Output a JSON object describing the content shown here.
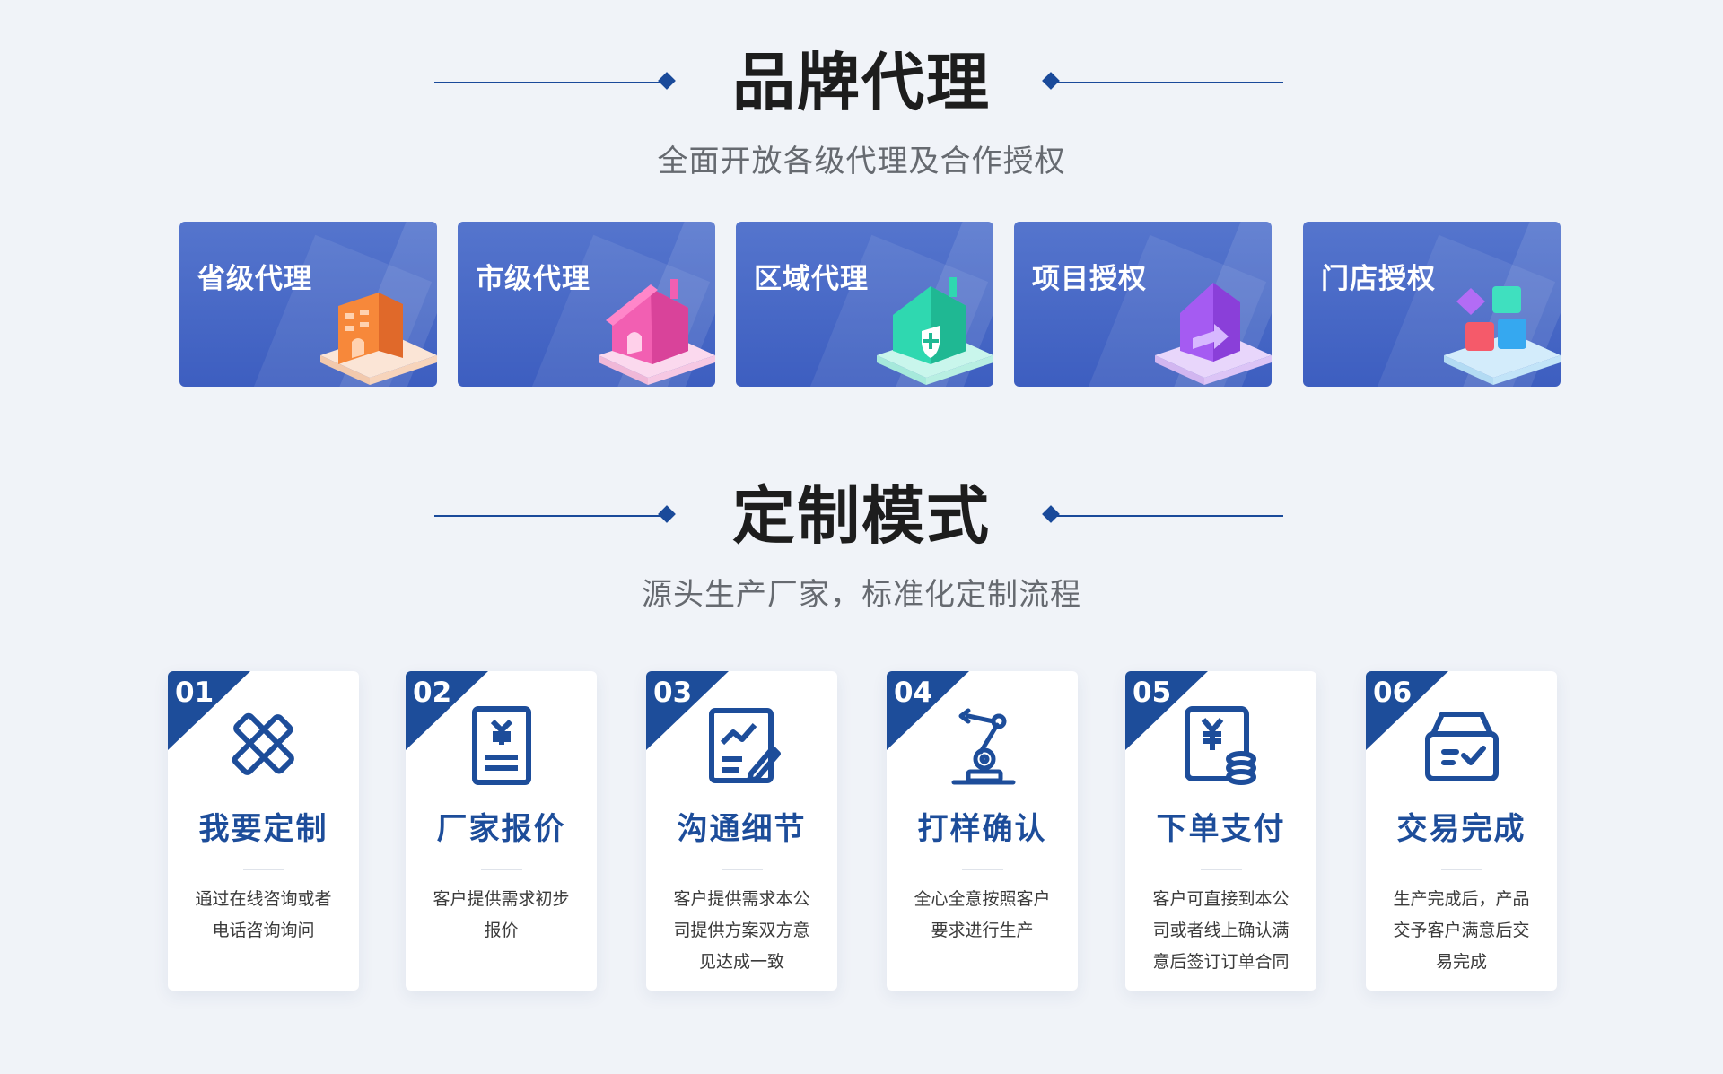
{
  "brand": {
    "title": "品牌代理",
    "subtitle": "全面开放各级代理及合作授权",
    "cards": [
      {
        "label": "省级代理",
        "icon": "building-icon",
        "color": "#f7883a"
      },
      {
        "label": "市级代理",
        "icon": "house-icon",
        "color": "#f25fb2"
      },
      {
        "label": "区域代理",
        "icon": "house-plus-icon",
        "color": "#2fd8b0"
      },
      {
        "label": "项目授权",
        "icon": "arrow-house-icon",
        "color": "#a55bf2"
      },
      {
        "label": "门店授权",
        "icon": "blocks-icon",
        "color": "#35c7f0"
      }
    ]
  },
  "custom": {
    "title": "定制模式",
    "subtitle": "源头生产厂家，标准化定制流程",
    "steps": [
      {
        "num": "01",
        "title": "我要定制",
        "desc": "通过在线咨询或者电话咨询询问",
        "icon": "pencil-ruler-icon"
      },
      {
        "num": "02",
        "title": "厂家报价",
        "desc": "客户提供需求初步报价",
        "icon": "quote-document-icon"
      },
      {
        "num": "03",
        "title": "沟通细节",
        "desc": "客户提供需求本公司提供方案双方意见达成一致",
        "icon": "chart-edit-icon"
      },
      {
        "num": "04",
        "title": "打样确认",
        "desc": "全心全意按照客户要求进行生产",
        "icon": "robot-arm-icon"
      },
      {
        "num": "05",
        "title": "下单支付",
        "desc": "客户可直接到本公司或者线上确认满意后签订订单合同",
        "icon": "payment-coins-icon"
      },
      {
        "num": "06",
        "title": "交易完成",
        "desc": "生产完成后，产品交予客户满意后交易完成",
        "icon": "box-check-icon"
      }
    ]
  },
  "colors": {
    "accent": "#1d4d9a",
    "card_gradient_top": "#5575cd",
    "card_gradient_bottom": "#3d5ec0"
  }
}
